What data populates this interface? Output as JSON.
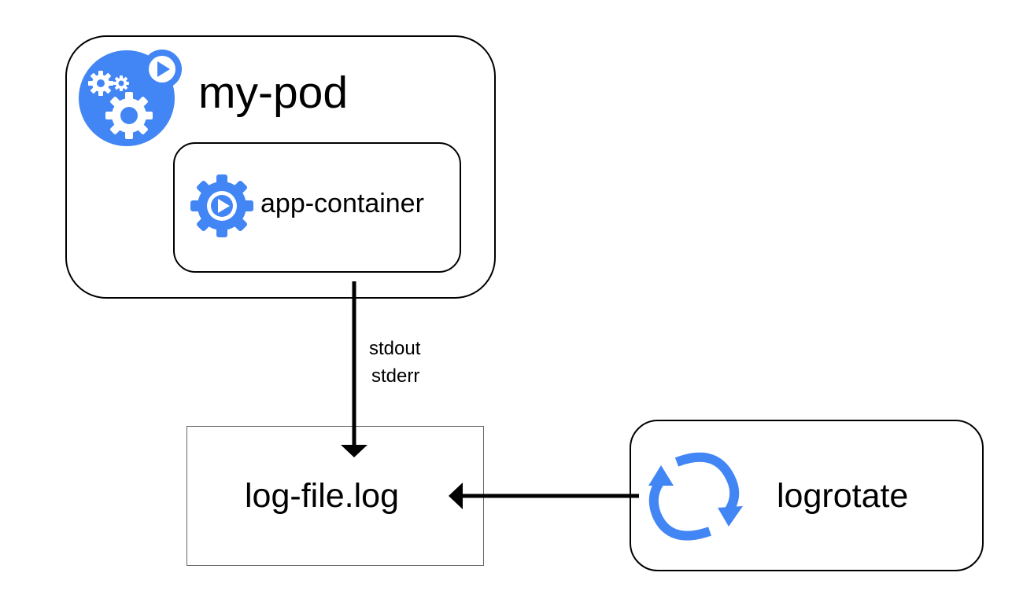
{
  "pod": {
    "label": "my-pod",
    "icon": "pod-icon",
    "icon_color": "#4285F4"
  },
  "container": {
    "label": "app-container",
    "icon": "container-icon",
    "icon_color": "#4285F4"
  },
  "log_file": {
    "label": "log-file.log"
  },
  "logrotate": {
    "label": "logrotate",
    "icon": "rotate-icon",
    "icon_color": "#4285F4"
  },
  "edges": {
    "container_to_log": {
      "label_line_1": "stdout",
      "label_line_2": "stderr"
    },
    "logrotate_to_log": {
      "label": ""
    }
  }
}
